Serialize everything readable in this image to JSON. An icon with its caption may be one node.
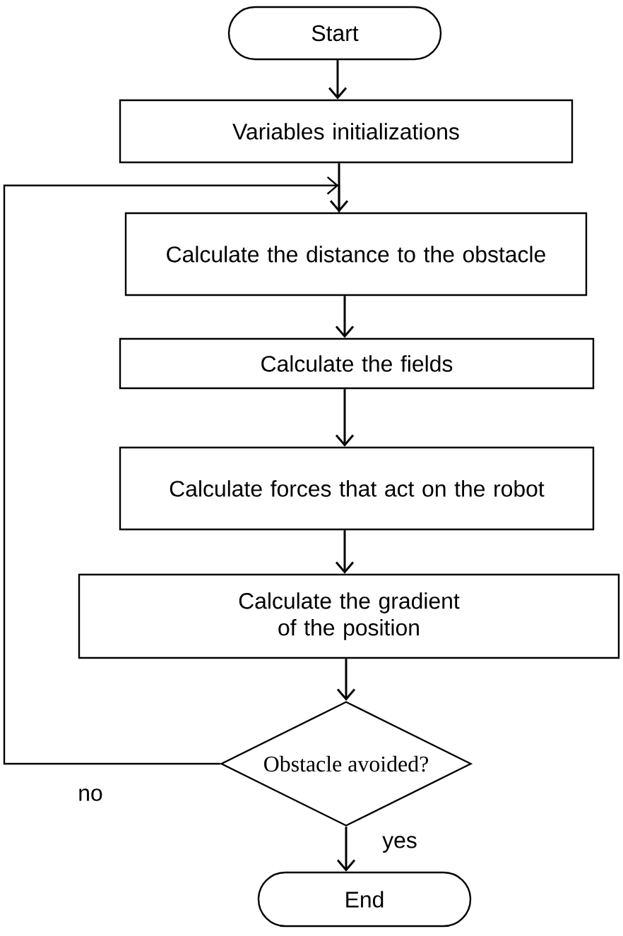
{
  "diagram": {
    "nodes": [
      {
        "text": [
          "Start"
        ]
      },
      {
        "text": [
          "Variables initializations"
        ]
      },
      {
        "text": [
          "Calculate the distance to the obstacle"
        ]
      },
      {
        "text": [
          "Calculate the fields"
        ]
      },
      {
        "text": [
          "Calculate forces that act on the robot"
        ]
      },
      {
        "text": [
          "Calculate the gradient of the position"
        ]
      },
      {
        "text": [
          "Obstacle avoided?"
        ]
      },
      {
        "text": [
          "End"
        ]
      }
    ],
    "edges": [
      {
        "from": 0,
        "to": 1,
        "arrow": "to"
      },
      {
        "from": 1,
        "to": 2,
        "arrow": "to"
      },
      {
        "from": 2,
        "to": 3,
        "arrow": "to"
      },
      {
        "from": 3,
        "to": 4,
        "arrow": "to"
      },
      {
        "from": 4,
        "to": 5,
        "arrow": "to"
      },
      {
        "from": 5,
        "to": 6,
        "arrow": "to"
      },
      {
        "from": 6,
        "to": 7,
        "arrow": "to",
        "label": "yes"
      },
      {
        "from": 6,
        "to": 2,
        "arrow": "to",
        "label": "no"
      }
    ]
  }
}
